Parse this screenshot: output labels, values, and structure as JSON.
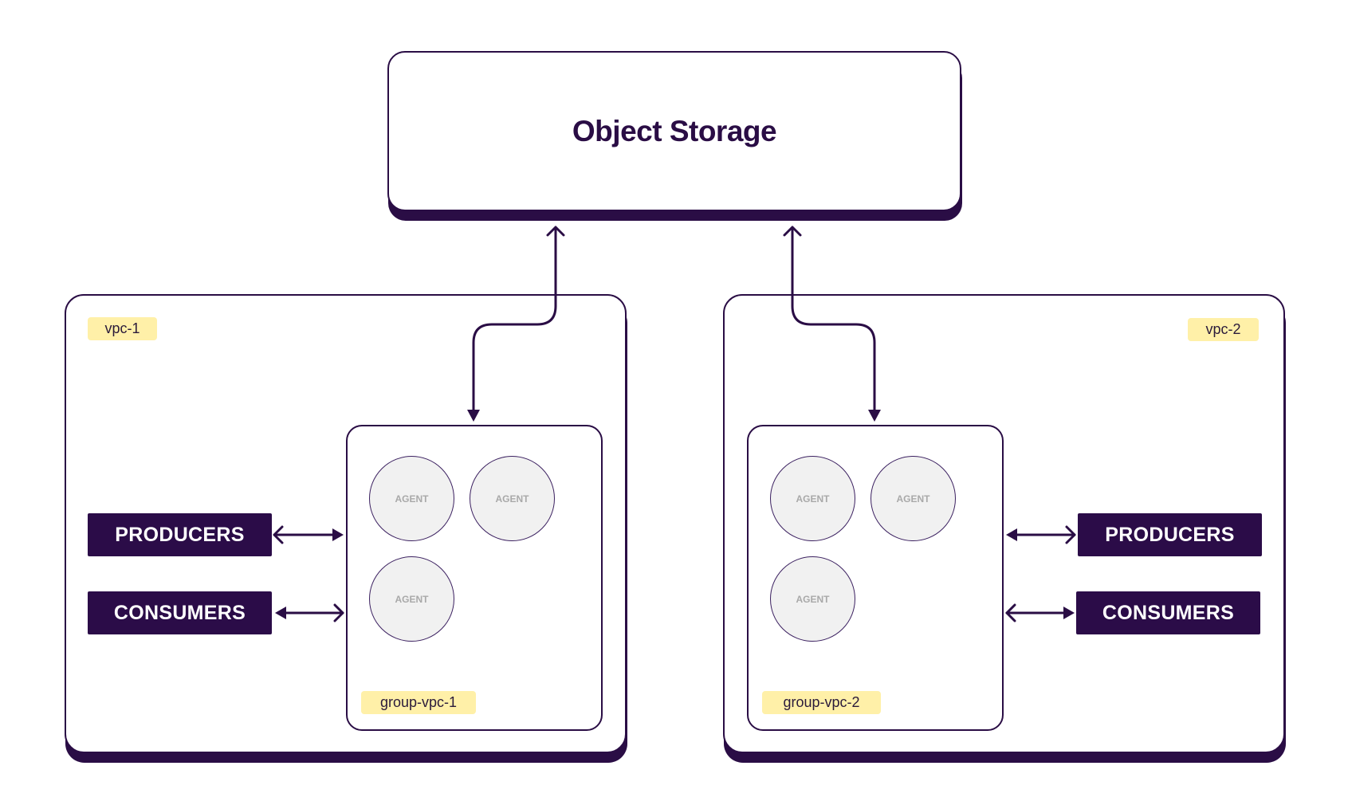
{
  "storage": {
    "title": "Object Storage"
  },
  "vpcs": [
    {
      "tag": "vpc-1",
      "group_tag": "group-vpc-1",
      "agents": [
        "AGENT",
        "AGENT",
        "AGENT"
      ],
      "producers_label": "PRODUCERS",
      "consumers_label": "CONSUMERS"
    },
    {
      "tag": "vpc-2",
      "group_tag": "group-vpc-2",
      "agents": [
        "AGENT",
        "AGENT",
        "AGENT"
      ],
      "producers_label": "PRODUCERS",
      "consumers_label": "CONSUMERS"
    }
  ],
  "colors": {
    "primary": "#2a0d45",
    "tag_bg": "#fff0a8",
    "agent_fill": "#f1f1f1",
    "agent_text": "#a9a9a9",
    "background": "#ffffff"
  }
}
